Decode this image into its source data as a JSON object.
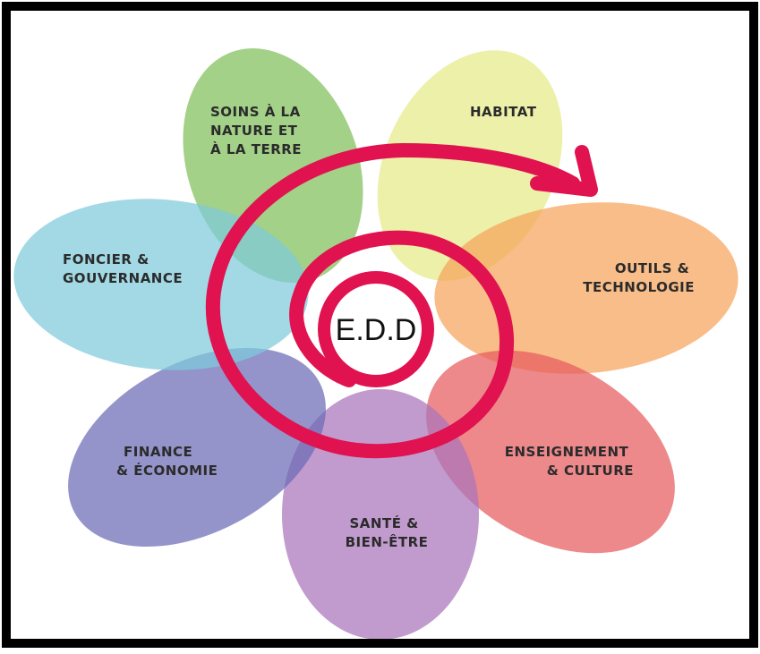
{
  "center": {
    "label": "E.D.D",
    "ring_color": "#e0124f"
  },
  "petals": [
    {
      "id": "soins",
      "lines": [
        "SOINS À LA",
        "NATURE ET",
        "À LA TERRE"
      ],
      "color": "#7fbf5a"
    },
    {
      "id": "habitat",
      "lines": [
        "HABITAT"
      ],
      "color": "#e4ea88"
    },
    {
      "id": "outils",
      "lines": [
        "OUTILS &",
        "TECHNOLOGIE"
      ],
      "color": "#f7a35c"
    },
    {
      "id": "enseignement",
      "lines": [
        "ENSEIGNEMENT",
        "& CULTURE"
      ],
      "color": "#e65a5e"
    },
    {
      "id": "sante",
      "lines": [
        "SANTÉ &",
        "BIEN-ÊTRE"
      ],
      "color": "#a975bb"
    },
    {
      "id": "finance",
      "lines": [
        "FINANCE",
        "& ÉCONOMIE"
      ],
      "color": "#6b6bb5"
    },
    {
      "id": "foncier",
      "lines": [
        "FONCIER &",
        "GOUVERNANCE"
      ],
      "color": "#7ecbdb"
    }
  ],
  "colors": {
    "spiral": "#e0124f",
    "frame": "#000000",
    "label_text": "#2b2b2b"
  }
}
